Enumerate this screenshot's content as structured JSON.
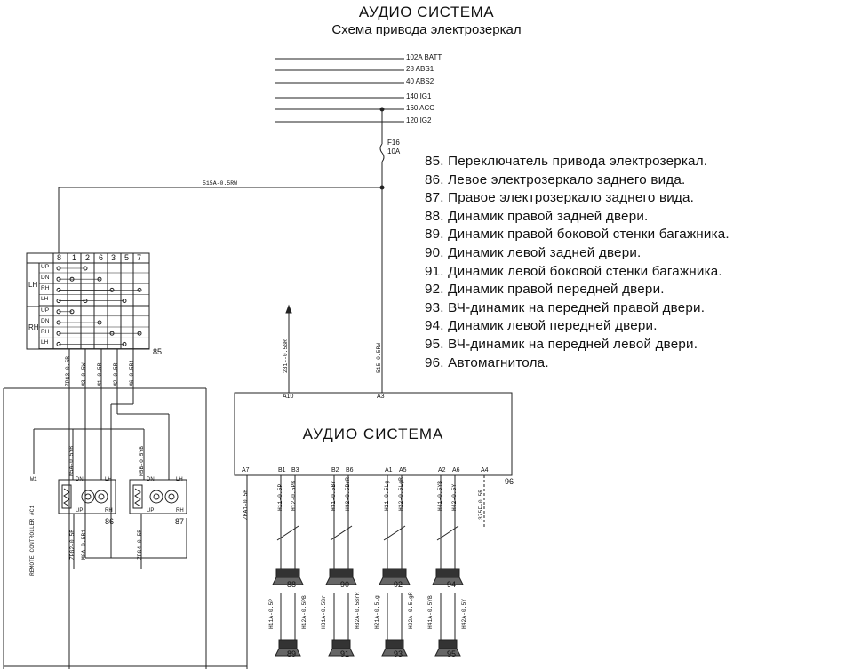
{
  "header": {
    "title": "АУДИО СИСТЕМА",
    "subtitle": "Схема привода электрозеркал"
  },
  "power_lines": [
    "102A BATT",
    "28 ABS1",
    "40 ABS2",
    "140 IG1",
    "160 ACC",
    "120 IG2"
  ],
  "fuse": {
    "name": "F16",
    "rating": "10A"
  },
  "legend": [
    "85. Переключатель привода электрозеркал.",
    "86. Левое электрозеркало заднего вида.",
    "87. Правое электрозеркало заднего вида.",
    "88. Динамик правой задней двери.",
    "89. Динамик правой боковой стенки багажника.",
    "90. Динамик левой задней двери.",
    "91. Динамик левой боковой стенки багажника.",
    "92. Динамик правой передней двери.",
    "93. ВЧ-динамик на передней правой двери.",
    "94. Динамик левой передней двери.",
    "95. ВЧ-динамик на передней левой двери.",
    "96. Автомагнитола."
  ],
  "wires": {
    "top_feed": "515A-0.5RW",
    "acc_down": "515-0.5RW",
    "antenna": "231F-0.5GR"
  },
  "switch": {
    "number": "85",
    "columns": [
      "8",
      "1",
      "2",
      "6",
      "3",
      "5",
      "7"
    ],
    "groups": [
      "LH",
      "RH"
    ],
    "rows": [
      "UP",
      "DN",
      "RH",
      "LH",
      "UP",
      "DN",
      "RH",
      "LH"
    ],
    "bottom_wires": [
      "ZPG3-0.5B",
      "M3-0.5W",
      "M1-0.5R",
      "M2-0.5R",
      "M6-0.5B1"
    ]
  },
  "audio_box": {
    "title": "АУДИО СИСТЕМА",
    "number": "96",
    "top_pins": [
      "A10",
      "A3"
    ],
    "bottom_pins": [
      "A7",
      "B1",
      "B3",
      "B2",
      "B6",
      "A1",
      "A5",
      "A2",
      "A6",
      "A4"
    ]
  },
  "mirrors": [
    {
      "number": "86",
      "top_wire": "M5A-0.5YB",
      "bottom_wires": [
        "ZPG2-0.5B",
        "M0A-0.5B1"
      ],
      "labels": [
        "DN",
        "LH",
        "UP",
        "RH"
      ]
    },
    {
      "number": "87",
      "top_wire": "M5B-0.5YB",
      "bottom_wires": [
        "ZPG4-0.5B"
      ],
      "labels": [
        "DN",
        "LH",
        "UP",
        "RH"
      ]
    }
  ],
  "remote_controller": "REMOTE CONTROLLER #C1",
  "remote_pin": "W1",
  "speaker_wires_top": [
    "ZKA1-0.5B",
    "H11-0.5P",
    "H12-0.5PB",
    "H31-0.5Br",
    "H32-0.5BrR",
    "H21-0.5Lg",
    "H22-0.5LgR",
    "H41-0.5YB",
    "H42-0.5Y",
    "375F-0.5R"
  ],
  "speaker_wires_bottom": [
    "H11A-0.5P",
    "H12A-0.5PB",
    "H31A-0.5Br",
    "H32A-0.5BrR",
    "H21A-0.5Lg",
    "H22A-0.5LgR",
    "H41A-0.5YB",
    "H42A-0.5Y"
  ],
  "speakers_top": [
    "88",
    "90",
    "92",
    "94"
  ],
  "speakers_bottom": [
    "89",
    "91",
    "93",
    "95"
  ]
}
